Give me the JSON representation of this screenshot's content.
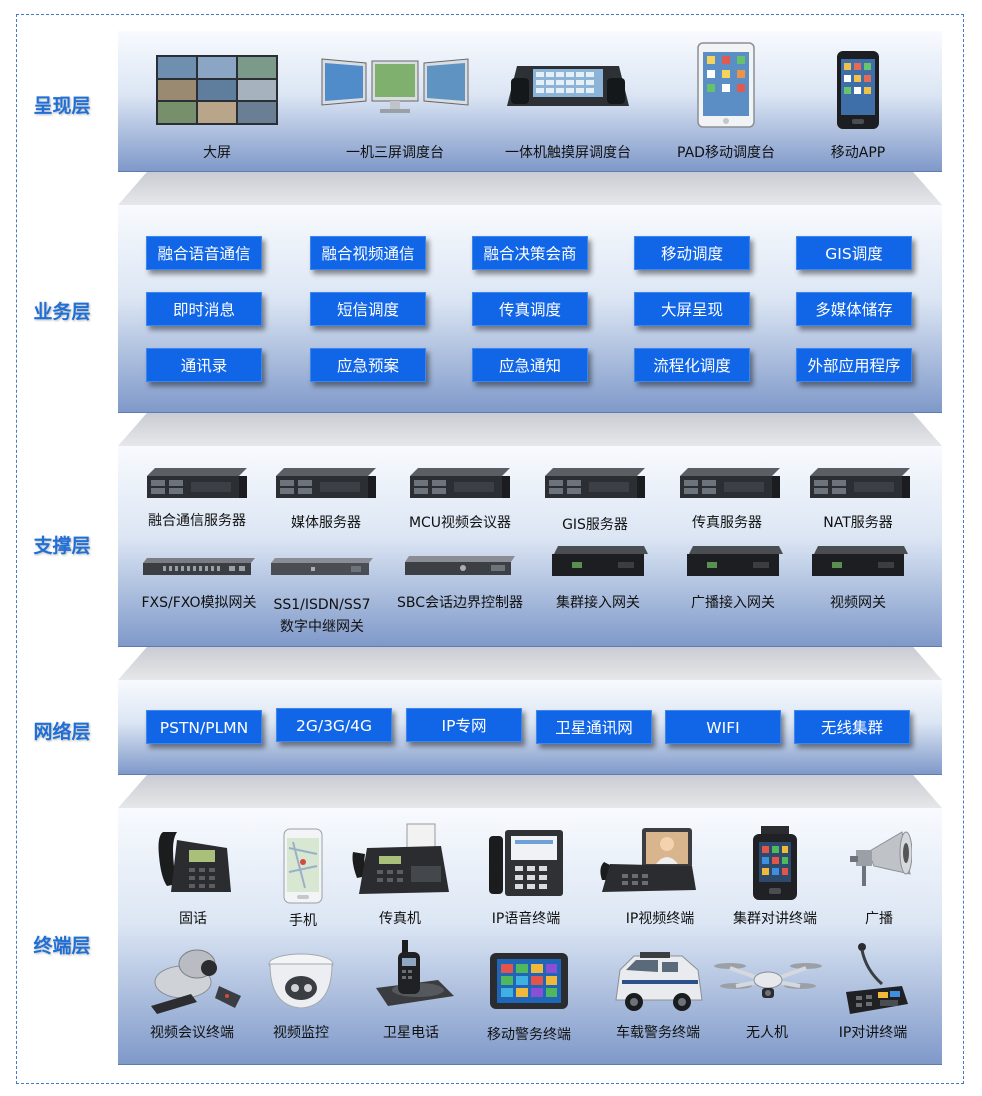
{
  "layers": {
    "presentation": {
      "label": "呈现层",
      "items": [
        "大屏",
        "一机三屏调度台",
        "一体机触摸屏调度台",
        "PAD移动调度台",
        "移动APP"
      ]
    },
    "business": {
      "label": "业务层",
      "tags": [
        "融合语音通信",
        "融合视频通信",
        "融合决策会商",
        "移动调度",
        "GIS调度",
        "即时消息",
        "短信调度",
        "传真调度",
        "大屏呈现",
        "多媒体储存",
        "通讯录",
        "应急预案",
        "应急通知",
        "流程化调度",
        "外部应用程序"
      ]
    },
    "support": {
      "label": "支撑层",
      "servers": [
        "融合通信服务器",
        "媒体服务器",
        "MCU视频会议器",
        "GIS服务器",
        "传真服务器",
        "NAT服务器"
      ],
      "gateways": [
        "FXS/FXO模拟网关",
        "SS1/ISDN/SS7",
        "数字中继网关",
        "SBC会话边界控制器",
        "集群接入网关",
        "广播接入网关",
        "视频网关"
      ]
    },
    "network": {
      "label": "网络层",
      "tags": [
        "PSTN/PLMN",
        "2G/3G/4G",
        "IP专网",
        "卫星通讯网",
        "WIFI",
        "无线集群"
      ]
    },
    "terminal": {
      "label": "终端层",
      "row1": [
        "固话",
        "手机",
        "传真机",
        "IP语音终端",
        "IP视频终端",
        "集群对讲终端",
        "广播"
      ],
      "row2": [
        "视频会议终端",
        "视频监控",
        "卫星电话",
        "移动警务终端",
        "车载警务终端",
        "无人机",
        "IP对讲终端"
      ]
    }
  },
  "colors": {
    "tag": "#1166e8",
    "label": "#1f6fd6",
    "border": "#4a78c8"
  },
  "icons": {
    "presentation": [
      "video-wall-icon",
      "triple-monitor-console-icon",
      "touch-console-icon",
      "tablet-icon",
      "smartphone-icon"
    ],
    "servers": "rack-server-icon",
    "gateways": "network-gateway-icon",
    "terminal_row1": [
      "desk-phone-icon",
      "smartphone-icon",
      "fax-machine-icon",
      "ip-phone-icon",
      "video-phone-icon",
      "trunk-radio-icon",
      "horn-speaker-icon"
    ],
    "terminal_row2": [
      "conference-camera-icon",
      "dome-camera-icon",
      "satellite-phone-icon",
      "rugged-tablet-icon",
      "police-vehicle-icon",
      "drone-icon",
      "intercom-microphone-icon"
    ]
  }
}
